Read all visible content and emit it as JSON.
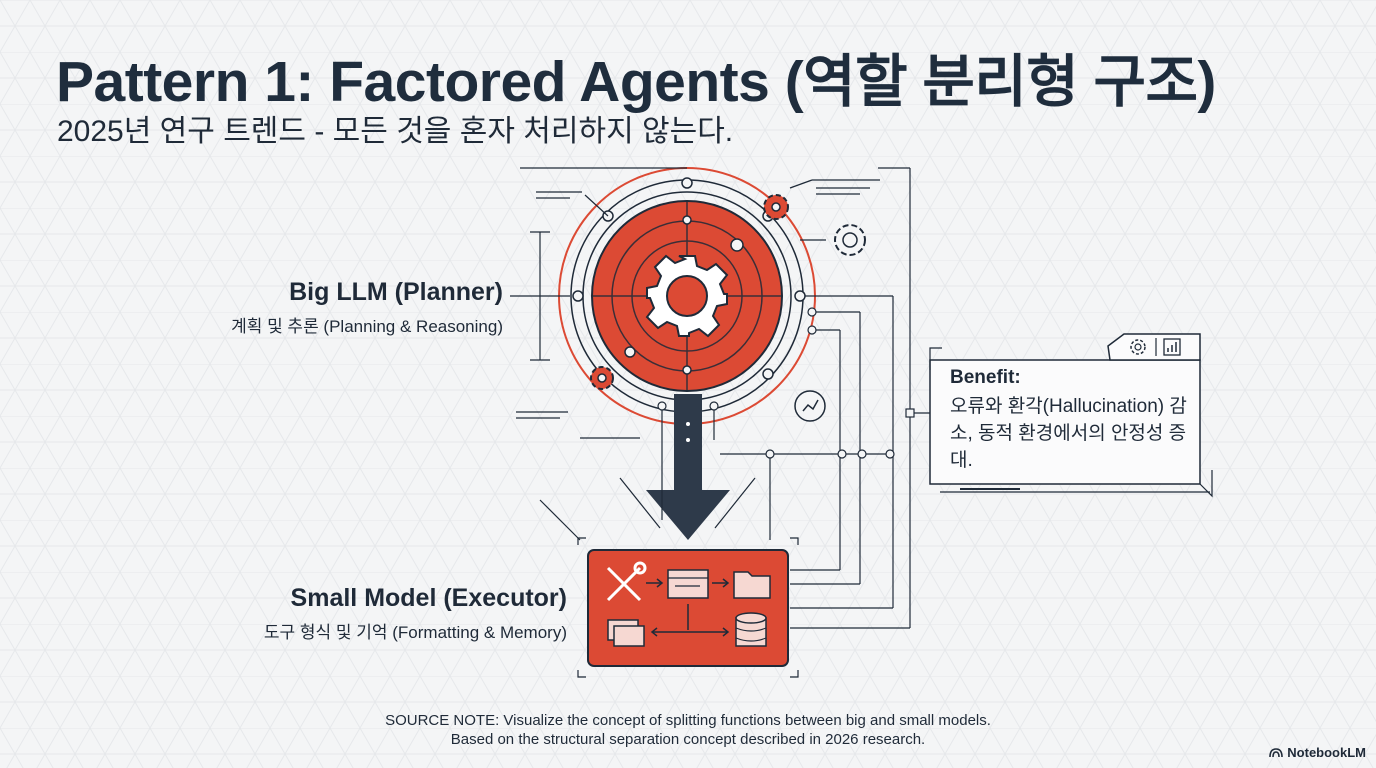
{
  "header": {
    "title": "Pattern 1: Factored Agents (역할 분리형 구조)",
    "subtitle": "2025년 연구 트렌드 - 모든 것을 혼자 처리하지 않는다."
  },
  "planner": {
    "title": "Big LLM (Planner)",
    "subtitle": "계획 및 추론 (Planning & Reasoning)"
  },
  "executor": {
    "title": "Small Model (Executor)",
    "subtitle": "도구 형식 및 기억 (Formatting & Memory)"
  },
  "benefit": {
    "title": "Benefit:",
    "text": "오류와 환각(Hallucination) 감소, 동적 환경에서의 안정성 증대."
  },
  "footnote": {
    "line1": "SOURCE NOTE: Visualize the concept of splitting functions between big and small models.",
    "line2": "Based on the structural separation concept described in 2026 research."
  },
  "brand": {
    "name": "NotebookLM"
  },
  "colors": {
    "accent": "#dc4a34",
    "accent_dark": "#b83a28",
    "ink": "#1f2a38",
    "background": "#f4f5f6"
  },
  "icons": [
    "gear-icon",
    "tools-icon",
    "window-icon",
    "folder-icon",
    "cards-icon",
    "database-icon",
    "chart-icon",
    "down-arrow-icon"
  ]
}
